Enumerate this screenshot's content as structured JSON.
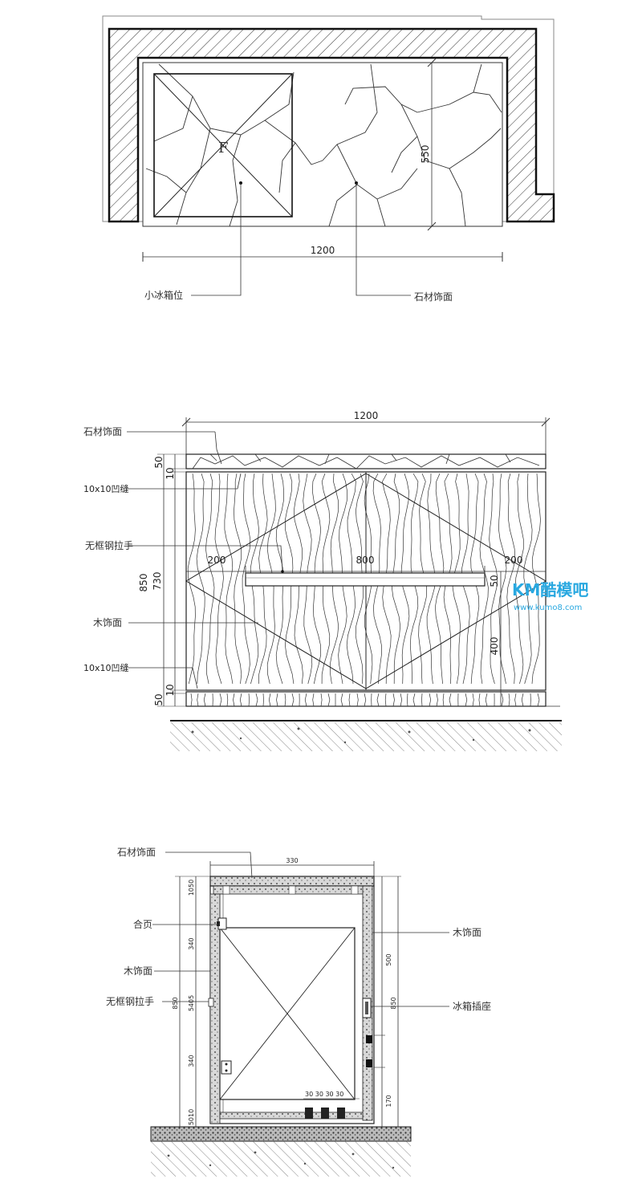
{
  "plan": {
    "dim_width": "1200",
    "dim_depth": "550",
    "fridge_mark": "F",
    "label_fridge": "小冰箱位",
    "label_stone": "石材饰面"
  },
  "elevation": {
    "dim_total_width": "1200",
    "dim_left": "200",
    "dim_mid": "800",
    "dim_right": "200",
    "dim_height": "850",
    "dim_inner": "730",
    "dim_top_stone": "50",
    "dim_top_gap": "10",
    "dim_bot_base": "50",
    "dim_bot_gap": "10",
    "dim_handle": "50",
    "dim_right_low": "400",
    "label_stone": "石材饰面",
    "label_groove_top": "10x10凹缝",
    "label_handle": "无框钢拉手",
    "label_wood": "木饰面",
    "label_groove_bot": "10x10凹缝"
  },
  "section": {
    "dim_depth": "330",
    "dim_height": "850",
    "dim_right_a": "500",
    "dim_right_b": "170",
    "dim_left_a": "340",
    "dim_left_b": "340",
    "dim_left_mid": "5405",
    "dim_top": "1050",
    "dim_bottom": "5010",
    "dim_spacing": "30 30 30 30",
    "label_stone": "石材饰面",
    "label_hinge": "合页",
    "label_wood_left": "木饰面",
    "label_handle": "无框钢拉手",
    "label_wood_right": "木饰面",
    "label_socket": "冰箱插座"
  },
  "watermark": {
    "brand": "KM酷模吧",
    "url": "www.kumo8.com",
    "color": "#29a8e0"
  }
}
